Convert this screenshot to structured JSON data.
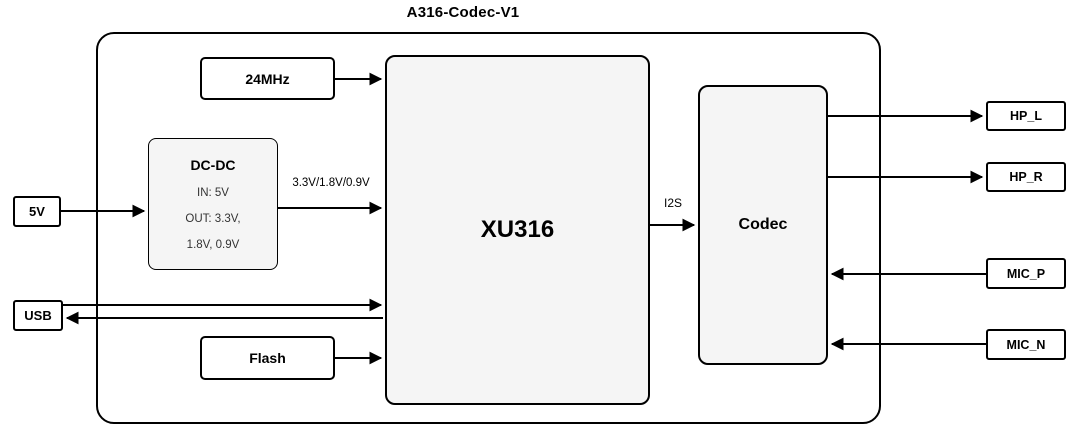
{
  "title": "A316-Codec-V1",
  "blocks": {
    "supply_5v": {
      "label": "5V"
    },
    "usb": {
      "label": "USB"
    },
    "clock_24mhz": {
      "label": "24MHz"
    },
    "dcdc": {
      "title": "DC-DC",
      "lines": [
        "IN: 5V",
        "OUT: 3.3V,",
        "1.8V, 0.9V"
      ]
    },
    "xu316": {
      "label": "XU316"
    },
    "codec": {
      "label": "Codec"
    },
    "flash": {
      "label": "Flash"
    },
    "hp_l": {
      "label": "HP_L"
    },
    "hp_r": {
      "label": "HP_R"
    },
    "mic_p": {
      "label": "MIC_P"
    },
    "mic_n": {
      "label": "MIC_N"
    }
  },
  "connection_labels": {
    "power_rails": "3.3V/1.8V/0.9V",
    "audio_bus": "I2S"
  },
  "colors": {
    "line": "#000000",
    "block_fill_gray": "#f5f5f5",
    "block_fill_white": "#ffffff",
    "background": "#ffffff"
  }
}
